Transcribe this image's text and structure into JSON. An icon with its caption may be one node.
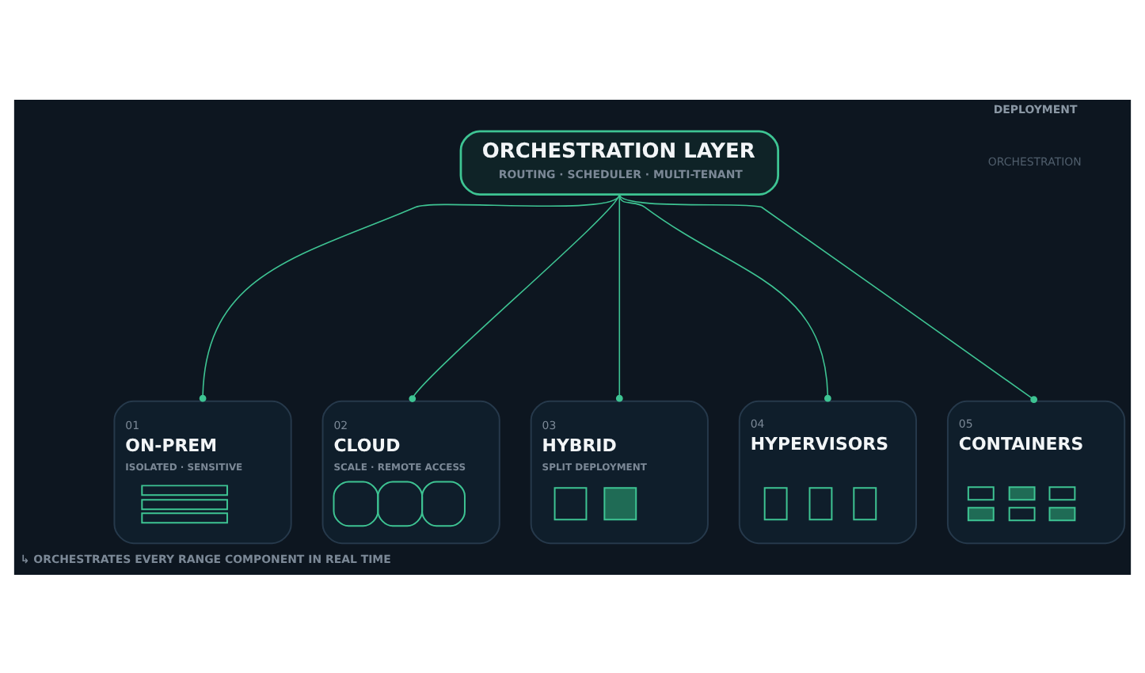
{
  "diagram": {
    "nodes": [
      {
        "text": [
          "ORCHESTRATION LAYER",
          "ROUTING · SCHEDULER · MULTI-TENANT"
        ]
      },
      {
        "text": [
          "01",
          "ON-PREM",
          "ISOLATED · SENSITIVE"
        ]
      },
      {
        "text": [
          "02",
          "CLOUD",
          "SCALE · REMOTE ACCESS"
        ]
      },
      {
        "text": [
          "03",
          "HYBRID",
          "SPLIT DEPLOYMENT"
        ]
      },
      {
        "text": [
          "04",
          "HYPERVISORS"
        ]
      },
      {
        "text": [
          "05",
          "CONTAINERS"
        ]
      }
    ],
    "edges": [
      {
        "from": 0,
        "to": 1,
        "arrow": "other"
      },
      {
        "from": 0,
        "to": 2,
        "arrow": "other"
      },
      {
        "from": 0,
        "to": 3,
        "arrow": "other"
      },
      {
        "from": 0,
        "to": 4,
        "arrow": "other"
      },
      {
        "from": 0,
        "to": 5,
        "arrow": "other"
      }
    ],
    "labels": [
      "DEPLOYMENT",
      "ORCHESTRATION",
      "↳ ORCHESTRATES EVERY RANGE COMPONENT IN REAL TIME"
    ]
  }
}
